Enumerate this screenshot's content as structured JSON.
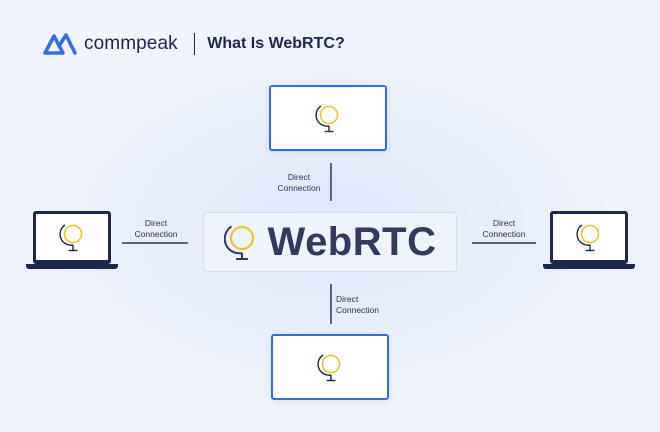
{
  "header": {
    "brand_name": "commpeak",
    "title": "What Is WebRTC?"
  },
  "center": {
    "label": "WebRTC"
  },
  "connections": {
    "top": [
      "Direct",
      "Connection"
    ],
    "bottom": [
      "Direct",
      "Connection"
    ],
    "left": [
      "Direct",
      "Connection"
    ],
    "right": [
      "Direct",
      "Connection"
    ]
  },
  "colors": {
    "accent_blue": "#2f6ee8",
    "navy": "#1d2752",
    "globe_yellow": "#f2c230"
  },
  "icons": {
    "brand": "commpeak-logo-icon",
    "device": "globe-icon"
  }
}
